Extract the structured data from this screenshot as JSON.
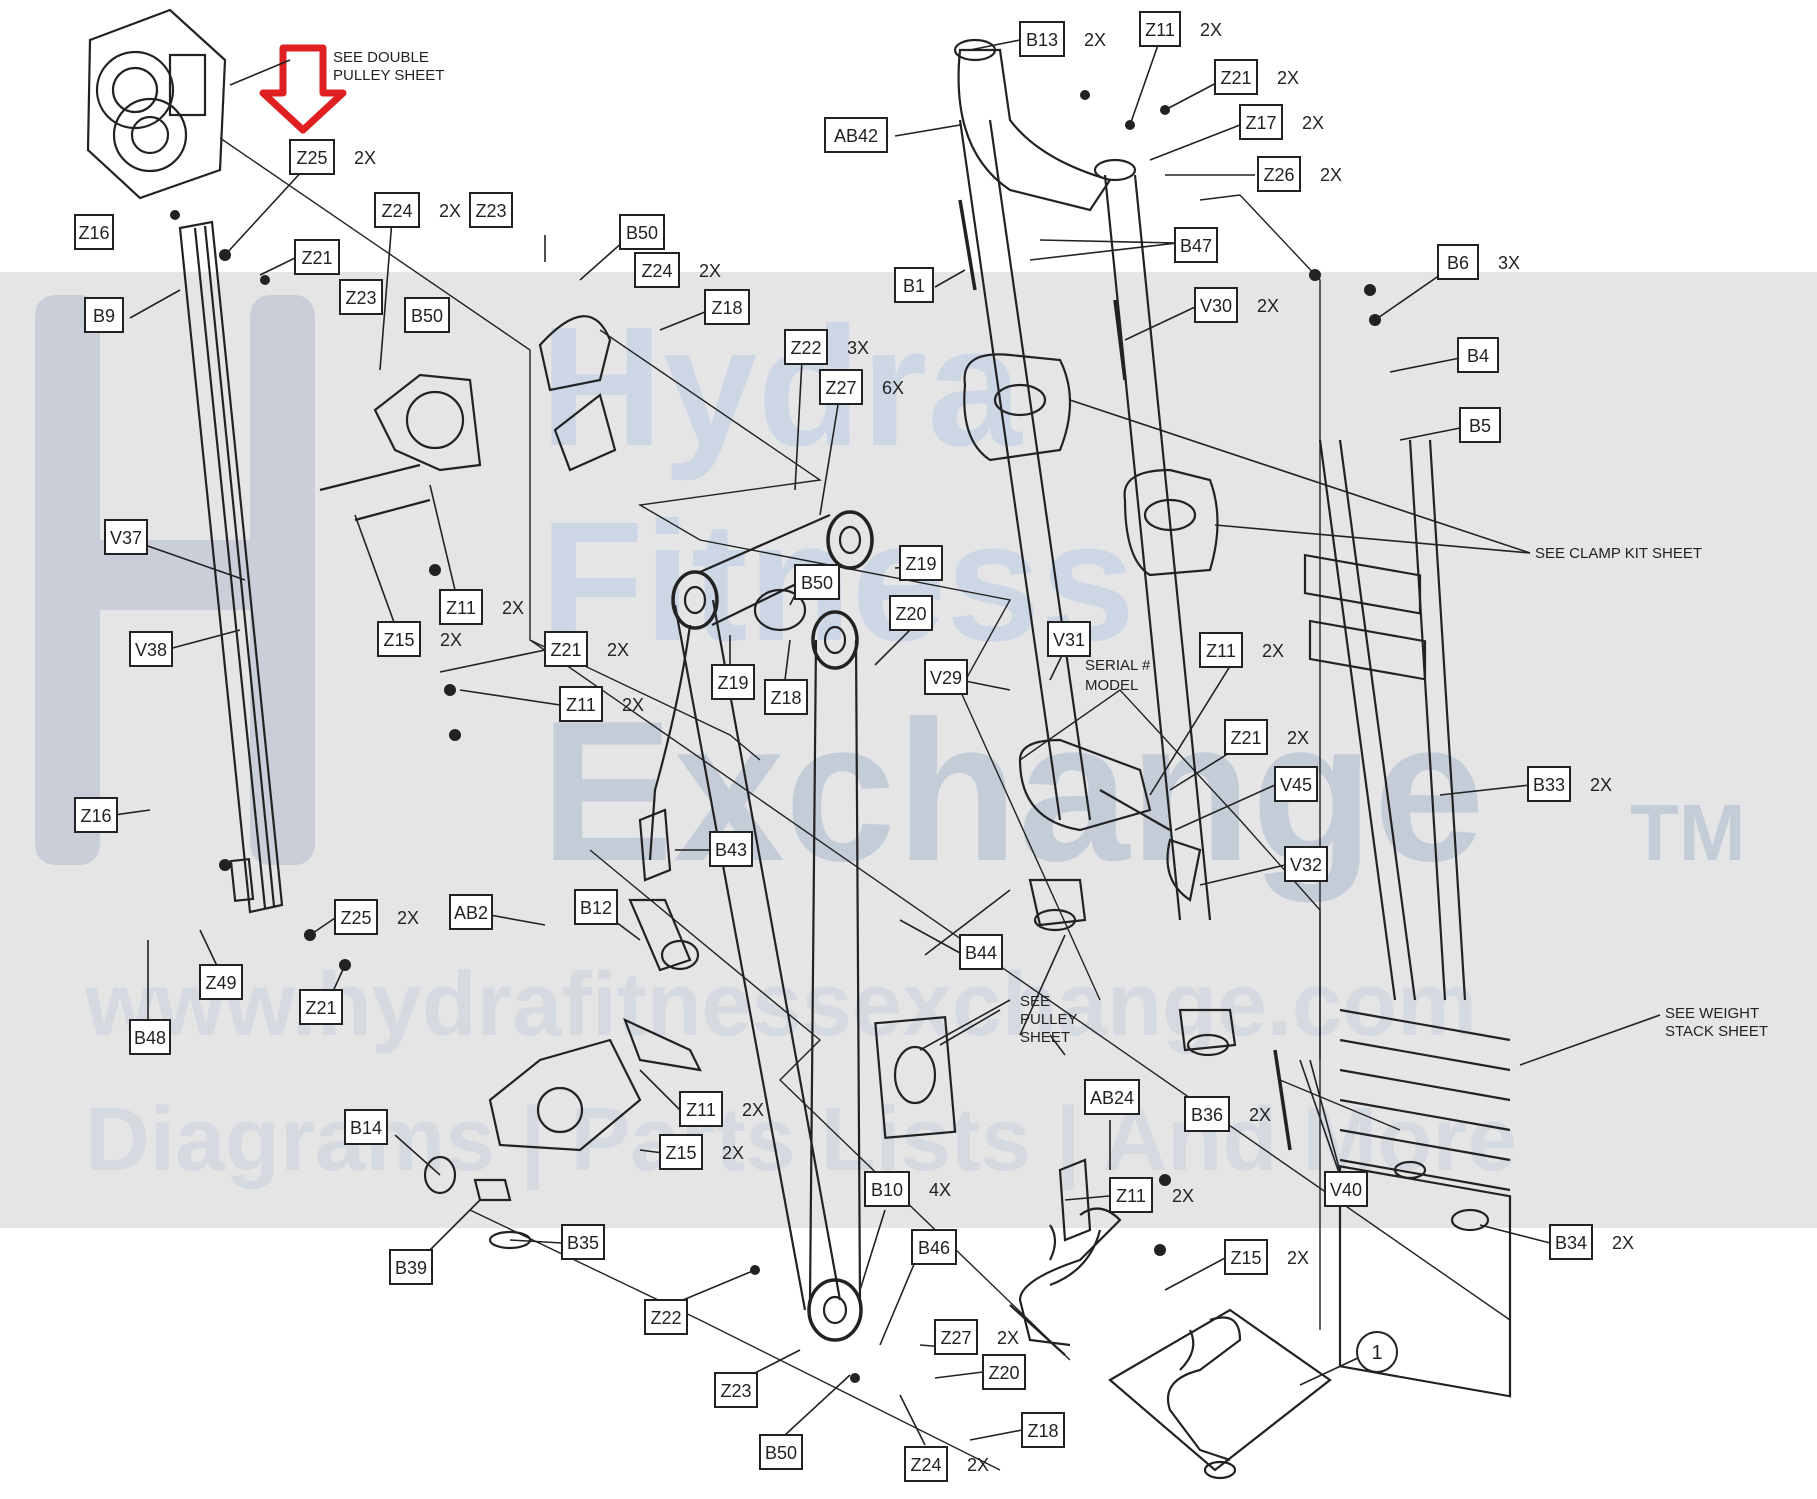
{
  "watermark": {
    "logo_letters": "H",
    "line1": "Hydra",
    "line2": "Fitness",
    "line3": "Exchange",
    "trademark": "TM",
    "url": "www.hydrafitnessexchange.com",
    "tagline": "Diagrams | Parts Lists | And More"
  },
  "notes": {
    "double_pulley_l1": "SEE DOUBLE",
    "double_pulley_l2": "PULLEY SHEET",
    "clamp_kit": "SEE CLAMP KIT SHEET",
    "serial_l1": "SERIAL #",
    "serial_l2": "MODEL",
    "pulley_l1": "SEE",
    "pulley_l2": "PULLEY",
    "pulley_l3": "SHEET",
    "weight_l1": "SEE WEIGHT",
    "weight_l2": "STACK SHEET"
  },
  "callouts": [
    {
      "label": "Z25",
      "qty": "2X"
    },
    {
      "label": "Z16",
      "qty": ""
    },
    {
      "label": "Z24",
      "qty": "2X"
    },
    {
      "label": "Z21",
      "qty": ""
    },
    {
      "label": "B9",
      "qty": ""
    },
    {
      "label": "Z23",
      "qty": ""
    },
    {
      "label": "B50",
      "qty": ""
    },
    {
      "label": "Z23",
      "qty": ""
    },
    {
      "label": "B50",
      "qty": ""
    },
    {
      "label": "Z24",
      "qty": "2X"
    },
    {
      "label": "Z18",
      "qty": ""
    },
    {
      "label": "B13",
      "qty": "2X"
    },
    {
      "label": "Z11",
      "qty": "2X"
    },
    {
      "label": "Z21",
      "qty": "2X"
    },
    {
      "label": "AB42",
      "qty": ""
    },
    {
      "label": "Z17",
      "qty": "2X"
    },
    {
      "label": "Z26",
      "qty": "2X"
    },
    {
      "label": "B47",
      "qty": ""
    },
    {
      "label": "B6",
      "qty": "3X"
    },
    {
      "label": "B1",
      "qty": ""
    },
    {
      "label": "V30",
      "qty": "2X"
    },
    {
      "label": "B4",
      "qty": ""
    },
    {
      "label": "B5",
      "qty": ""
    },
    {
      "label": "Z22",
      "qty": "3X"
    },
    {
      "label": "Z27",
      "qty": "6X"
    },
    {
      "label": "V37",
      "qty": ""
    },
    {
      "label": "Z11",
      "qty": "2X"
    },
    {
      "label": "Z15",
      "qty": "2X"
    },
    {
      "label": "V38",
      "qty": ""
    },
    {
      "label": "Z19",
      "qty": ""
    },
    {
      "label": "B50",
      "qty": ""
    },
    {
      "label": "Z20",
      "qty": ""
    },
    {
      "label": "Z21",
      "qty": "2X"
    },
    {
      "label": "Z11",
      "qty": "2X"
    },
    {
      "label": "Z19",
      "qty": ""
    },
    {
      "label": "Z18",
      "qty": ""
    },
    {
      "label": "V31",
      "qty": ""
    },
    {
      "label": "V29",
      "qty": ""
    },
    {
      "label": "Z11",
      "qty": "2X"
    },
    {
      "label": "Z21",
      "qty": "2X"
    },
    {
      "label": "V45",
      "qty": ""
    },
    {
      "label": "B33",
      "qty": "2X"
    },
    {
      "label": "V32",
      "qty": ""
    },
    {
      "label": "B43",
      "qty": ""
    },
    {
      "label": "Z16",
      "qty": ""
    },
    {
      "label": "B12",
      "qty": ""
    },
    {
      "label": "AB2",
      "qty": ""
    },
    {
      "label": "Z25",
      "qty": "2X"
    },
    {
      "label": "B44",
      "qty": ""
    },
    {
      "label": "Z49",
      "qty": ""
    },
    {
      "label": "Z21",
      "qty": ""
    },
    {
      "label": "B48",
      "qty": ""
    },
    {
      "label": "B14",
      "qty": ""
    },
    {
      "label": "Z11",
      "qty": "2X"
    },
    {
      "label": "Z15",
      "qty": "2X"
    },
    {
      "label": "AB24",
      "qty": ""
    },
    {
      "label": "B36",
      "qty": "2X"
    },
    {
      "label": "V40",
      "qty": ""
    },
    {
      "label": "Z11",
      "qty": "2X"
    },
    {
      "label": "B10",
      "qty": "4X"
    },
    {
      "label": "B39",
      "qty": ""
    },
    {
      "label": "B35",
      "qty": ""
    },
    {
      "label": "B46",
      "qty": ""
    },
    {
      "label": "B34",
      "qty": "2X"
    },
    {
      "label": "Z15",
      "qty": "2X"
    },
    {
      "label": "Z22",
      "qty": ""
    },
    {
      "label": "Z27",
      "qty": "2X"
    },
    {
      "label": "Z20",
      "qty": ""
    },
    {
      "label": "Z23",
      "qty": ""
    },
    {
      "label": "B50",
      "qty": ""
    },
    {
      "label": "Z18",
      "qty": ""
    },
    {
      "label": "Z24",
      "qty": "2X"
    }
  ],
  "assembly_balloon": "1",
  "colors": {
    "line": "#222222",
    "band": "#e5e5e5",
    "watermark_logo": "#c9ced9",
    "watermark_text": "#b9c4d6",
    "highlight_arrow": "#e02020"
  }
}
